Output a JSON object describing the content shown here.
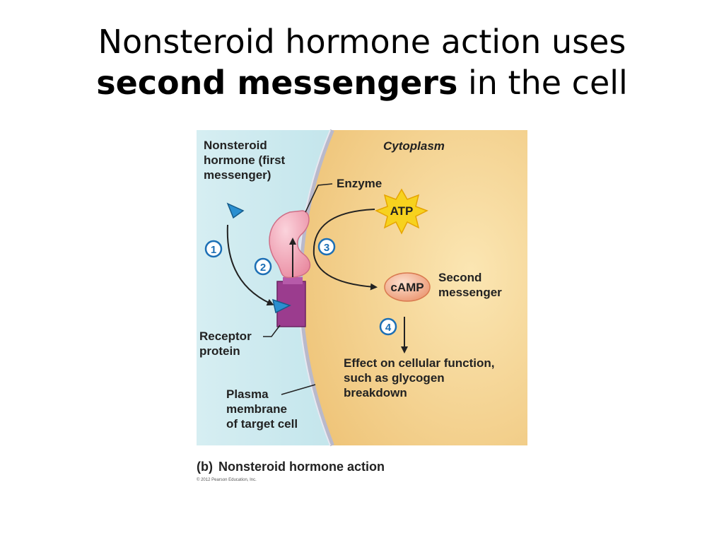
{
  "slide": {
    "title_part1": "Nonsteroid hormone action uses",
    "title_bold": "second messengers",
    "title_part2": " in the cell"
  },
  "diagram": {
    "region_label": "Cytoplasm",
    "hormone_label": [
      "Nonsteroid",
      "hormone (first",
      "messenger)"
    ],
    "enzyme_label": "Enzyme",
    "atp_label": "ATP",
    "camp_label": "cAMP",
    "second_messenger_label": [
      "Second",
      "messenger"
    ],
    "receptor_label": [
      "Receptor",
      "protein"
    ],
    "membrane_label": [
      "Plasma",
      "membrane",
      "of target cell"
    ],
    "effect_label": [
      "Effect on cellular function,",
      "such as glycogen",
      "breakdown"
    ],
    "steps": [
      "1",
      "2",
      "3",
      "4"
    ],
    "caption_letter": "(b)",
    "caption_text": "Nonsteroid hormone action",
    "copyright": "© 2012 Pearson Education, Inc."
  },
  "colors": {
    "extracellular": "#bfe3ea",
    "cytoplasm": "#f6d58e",
    "membrane": "#c9c9d6",
    "receptor": "#9b3c8e",
    "enzyme": "#f3a6b6",
    "atp": "#f7d21e",
    "camp": "#f2a77e",
    "hormone": "#2a8fd0",
    "step_badge": "#1c6fb5"
  }
}
